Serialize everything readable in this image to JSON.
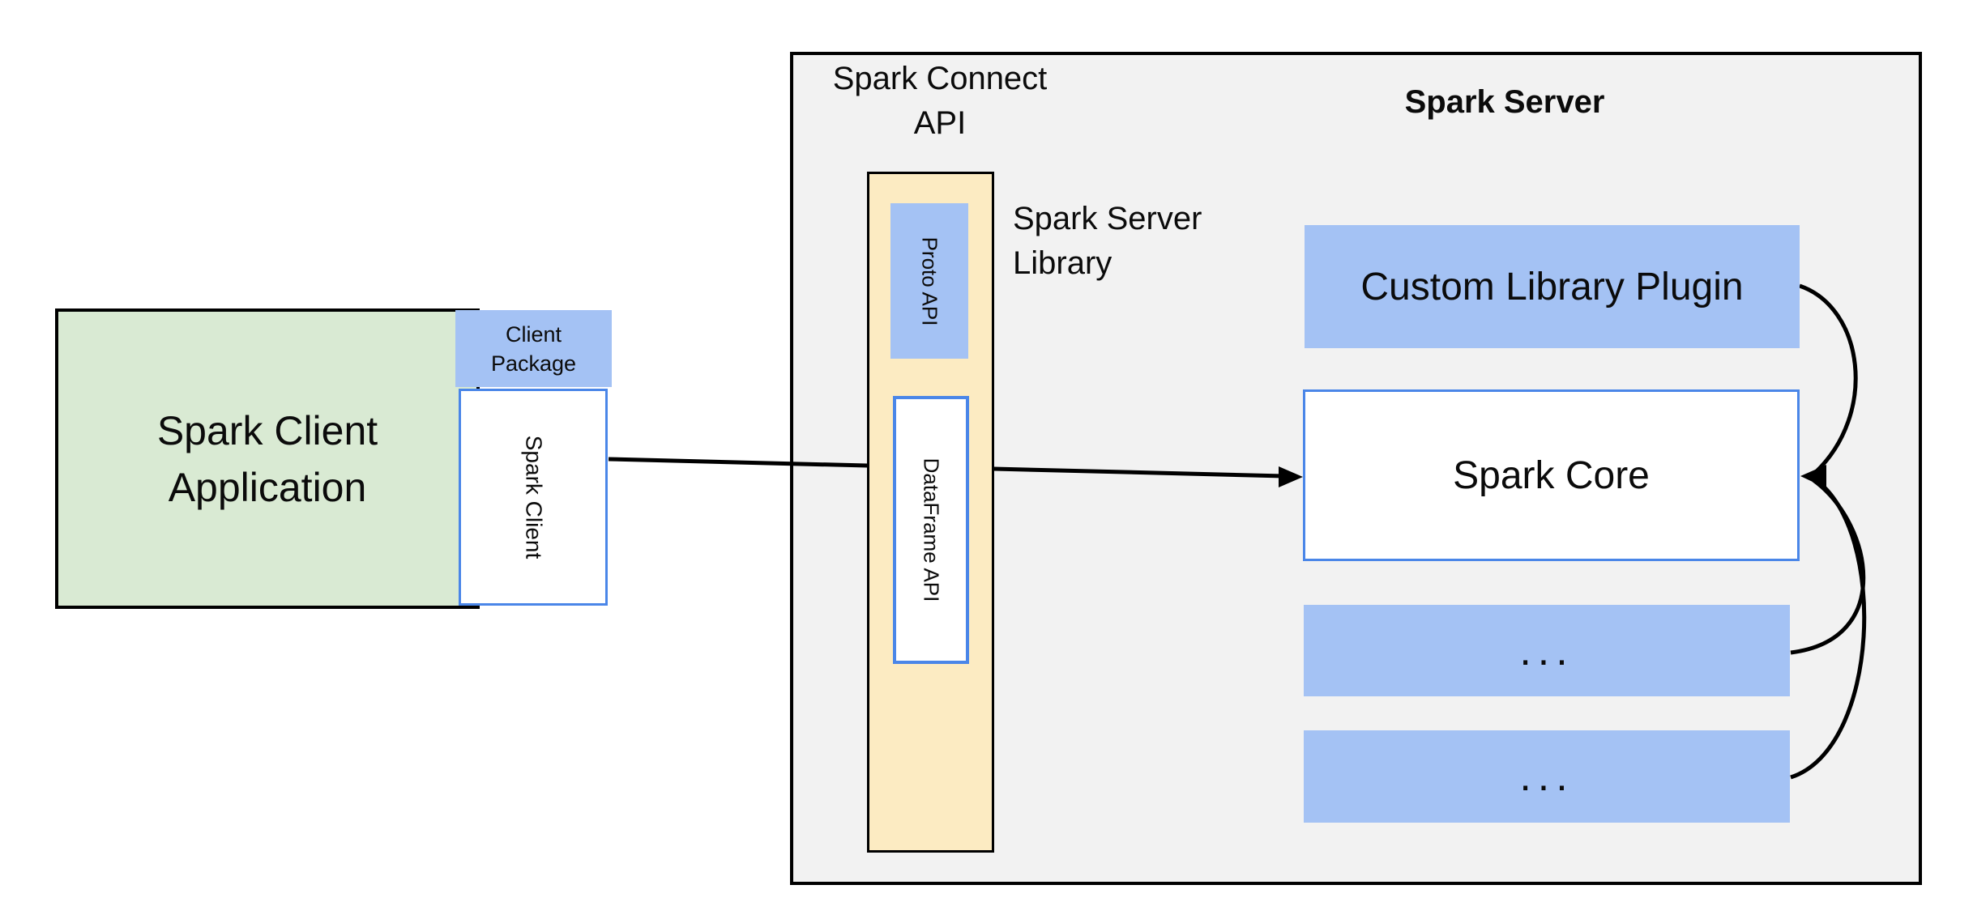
{
  "colors": {
    "client_app_fill": "#d9ead3",
    "package_fill": "#a4c2f4",
    "library_fill": "#fcebc2",
    "server_fill": "#f2f2f2",
    "box_border_blue": "#4a86e8",
    "line_black": "#000000"
  },
  "client_app": {
    "label": "Spark Client\nApplication"
  },
  "client_package": {
    "label": "Client\nPackage"
  },
  "spark_client": {
    "label": "Spark Client"
  },
  "connect_api": {
    "label": "Spark Connect\nAPI"
  },
  "server_library": {
    "label": "Spark Server\nLibrary"
  },
  "proto_api": {
    "label": "Proto API"
  },
  "dataframe_api": {
    "label": "DataFrame API"
  },
  "server": {
    "title": "Spark Server"
  },
  "plugin": {
    "label": "Custom Library Plugin"
  },
  "core": {
    "label": "Spark Core"
  },
  "ellipsis_boxes": {
    "first": "...",
    "second": "..."
  }
}
